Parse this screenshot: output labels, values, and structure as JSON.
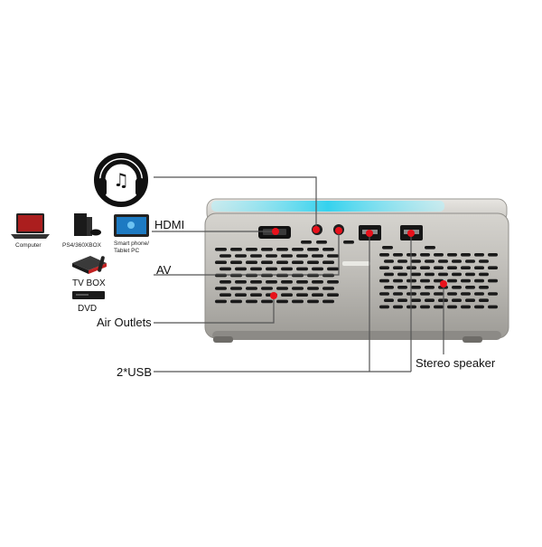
{
  "labels": {
    "hdmi": "HDMI",
    "av": "AV",
    "air_outlets": "Air Outlets",
    "usb": "2*USB",
    "stereo_speaker": "Stereo speaker"
  },
  "devices": {
    "computer": "Computer",
    "console": "PS4/360XBOX",
    "phone_line1": "Smart phone/",
    "phone_line2": "Tablet PC",
    "tvbox": "TV BOX",
    "dvd": "DVD"
  },
  "colors": {
    "marker": "#e8111b",
    "line": "#555555",
    "body": "#b9b7b2",
    "top_glow": "#49d8f0",
    "vent": "#1a1a1a"
  },
  "icons": [
    "headphones-icon",
    "laptop-icon",
    "game-console-icon",
    "tablet-icon",
    "tv-box-icon",
    "dvd-player-icon"
  ]
}
